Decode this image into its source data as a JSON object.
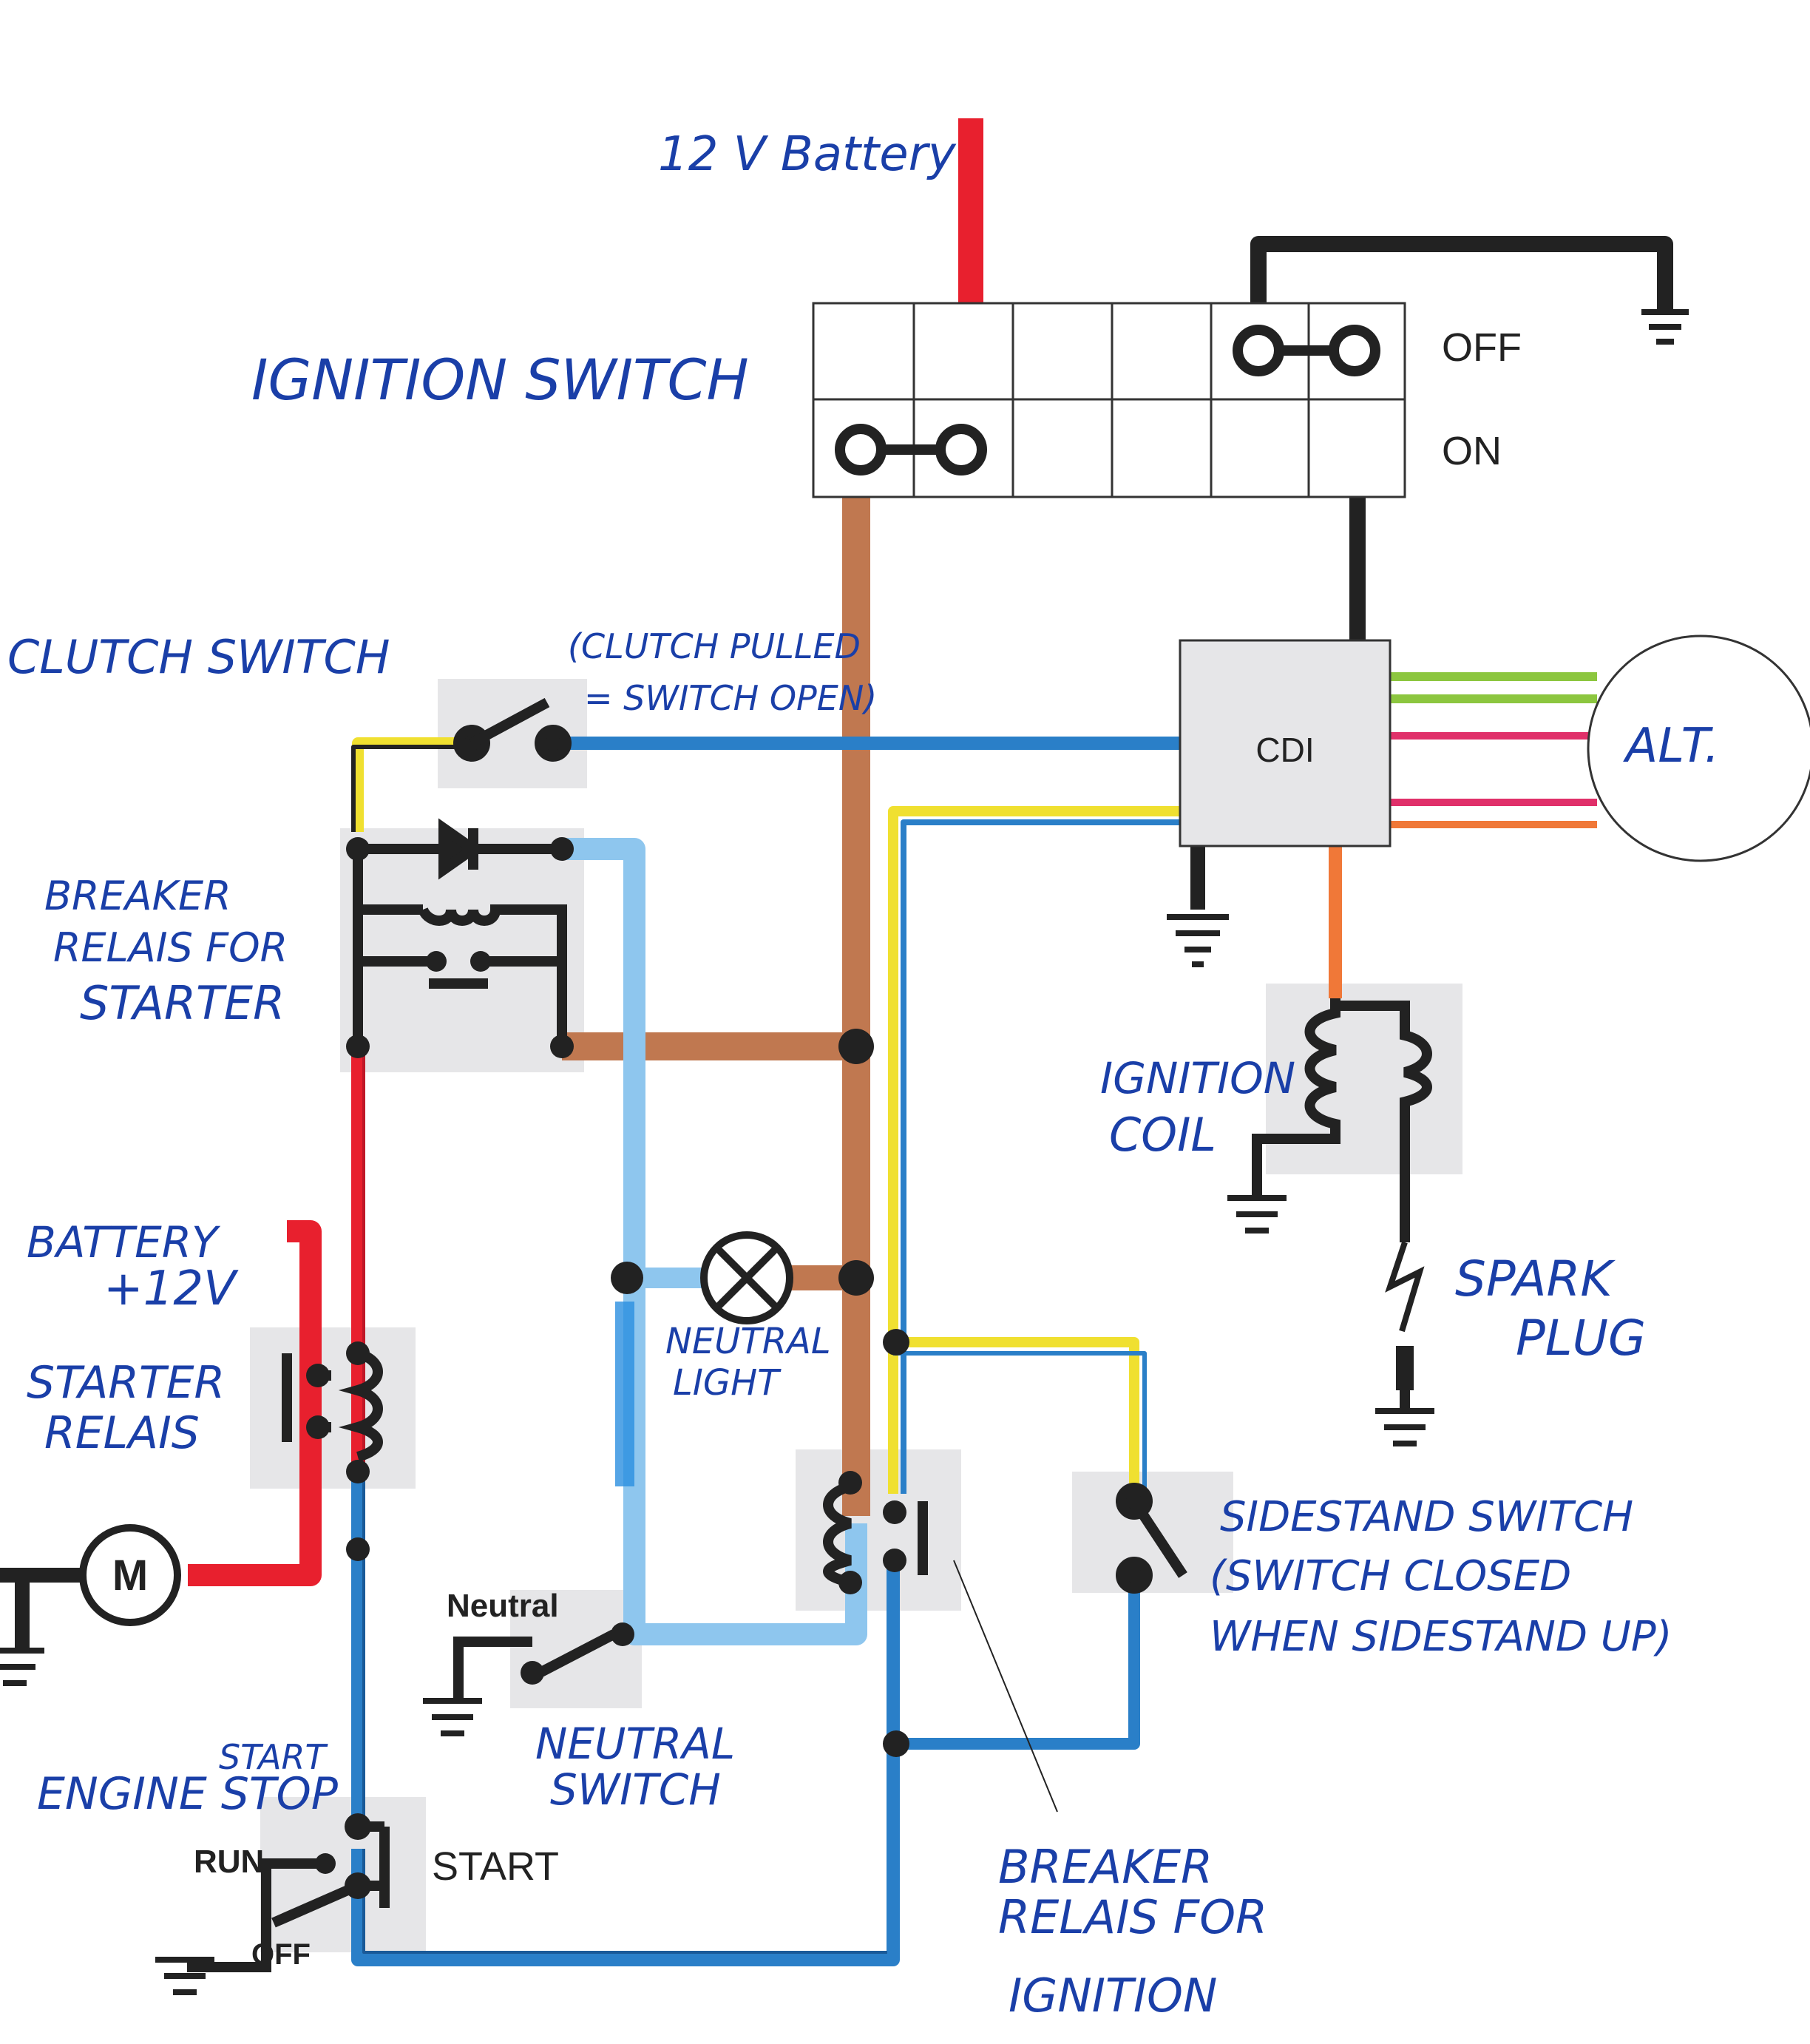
{
  "labels": {
    "battery_top": "12 V Battery",
    "ignition_switch": "IGNITION SWITCH",
    "off": "OFF",
    "on": "ON",
    "clutch_switch": "CLUTCH SWITCH",
    "clutch_note_line1": "(CLUTCH PULLED",
    "clutch_note_line2": "= SWITCH OPEN)",
    "cdi": "CDI",
    "alt": "ALT.",
    "breaker_starter_line1": "BREAKER",
    "breaker_starter_line2": "RELAIS FOR",
    "breaker_starter_line3": "STARTER",
    "ignition_coil_line1": "IGNITION",
    "ignition_coil_line2": "COIL",
    "battery_12v_line1": "BATTERY",
    "battery_12v_line2": "+12V",
    "spark_plug_line1": "SPARK",
    "spark_plug_line2": "PLUG",
    "starter_relais_line1": "STARTER",
    "starter_relais_line2": "RELAIS",
    "neutral_light_line1": "NEUTRAL",
    "neutral_light_line2": "LIGHT",
    "motor": "M",
    "neutral": "Neutral",
    "sidestand_line1": "SIDESTAND SWITCH",
    "sidestand_line2": "(SWITCH CLOSED",
    "sidestand_line3": "WHEN SIDESTAND UP)",
    "neutral_switch_line1": "NEUTRAL",
    "neutral_switch_line2": "SWITCH",
    "engine_stop": "ENGINE STOP",
    "start_hand": "START",
    "run": "RUN",
    "start": "START",
    "off_engine": "OFF",
    "breaker_ignition_line1": "BREAKER",
    "breaker_ignition_line2": "RELAIS FOR",
    "breaker_ignition_line3": "IGNITION"
  },
  "colors": {
    "red": "#e8202e",
    "black": "#222222",
    "brown": "#c07850",
    "blue": "#2a7fc8",
    "light_blue": "#8ec6ee",
    "yellow": "#f0e030",
    "green": "#8cc63f",
    "orange": "#f07838",
    "pink": "#e0306a",
    "box": "#e6e6e8",
    "handwriting": "#1a3fa8"
  }
}
